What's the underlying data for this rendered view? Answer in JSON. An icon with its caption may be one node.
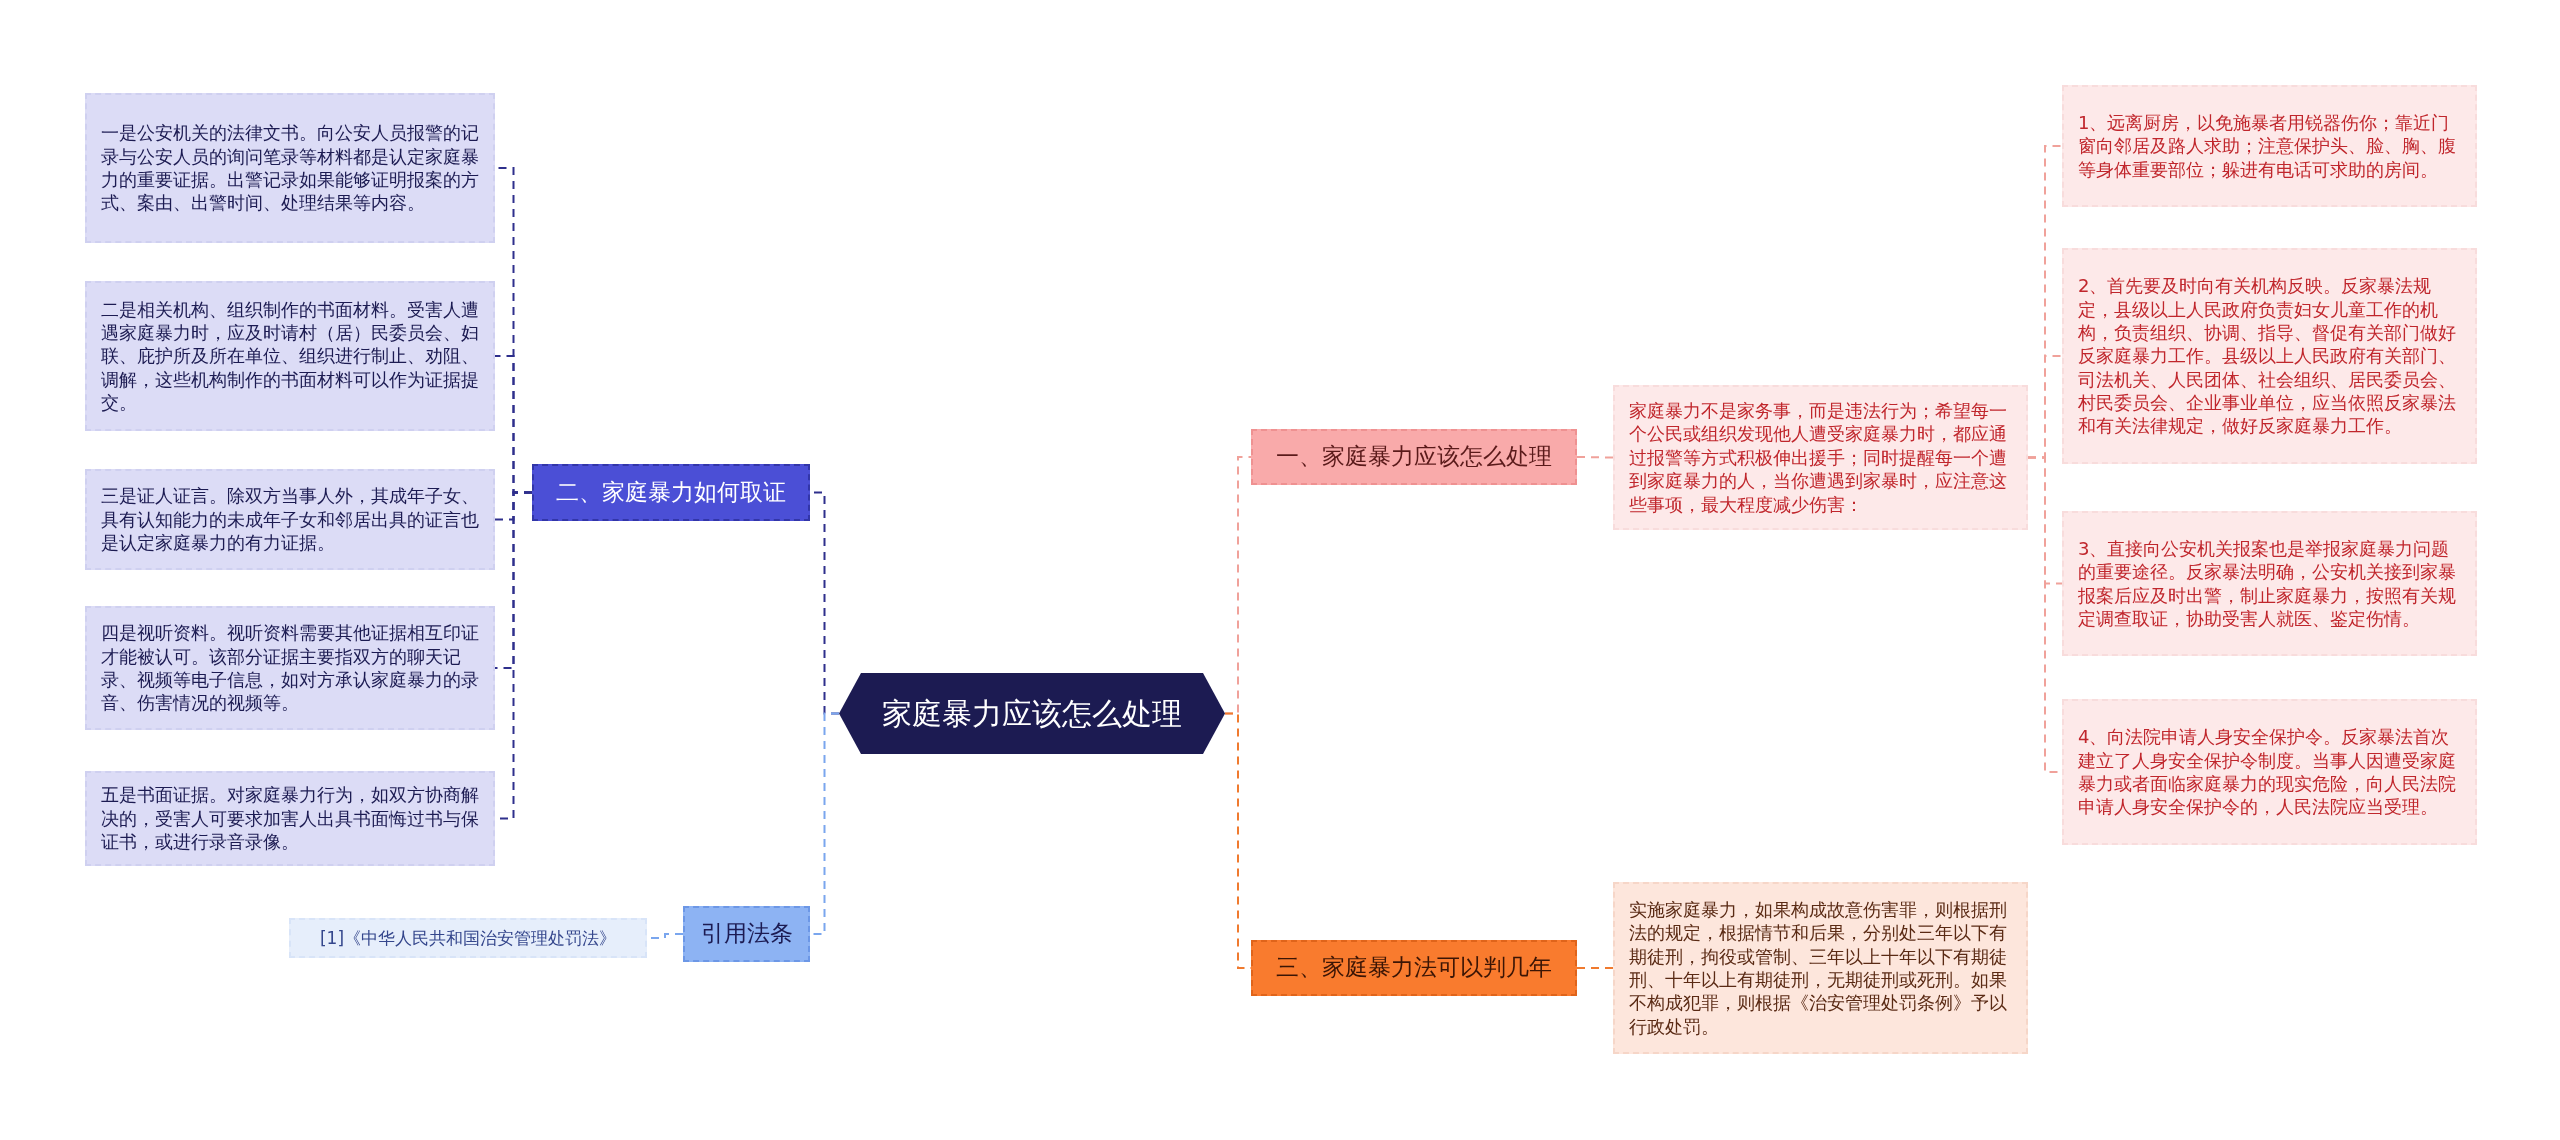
{
  "diagram": {
    "nodes": [
      {
        "text": [
          "家庭暴力应该怎么处理"
        ]
      },
      {
        "text": [
          "二、家庭暴力如何取证"
        ]
      },
      {
        "text": [
          "一是公安机关的法律文书。向公安人员报警的记录与公安人员的询问笔录等材料都是认定家庭暴力的重要证据。出警记录如果能够证明报案的方式、案由、出警时间、处理结果等内容。"
        ]
      },
      {
        "text": [
          "二是相关机构、组织制作的书面材料。受害人遭遇家庭暴力时，应及时请村（居）民委员会、妇联、庇护所及所在单位、组织进行制止、劝阻、调解，这些机构制作的书面材料可以作为证据提交。"
        ]
      },
      {
        "text": [
          "三是证人证言。除双方当事人外，其成年子女、具有认知能力的未成年子女和邻居出具的证言也是认定家庭暴力的有力证据。"
        ]
      },
      {
        "text": [
          "四是视听资料。视听资料需要其他证据相互印证才能被认可。该部分证据主要指双方的聊天记录、视频等电子信息，如对方承认家庭暴力的录音、伤害情况的视频等。"
        ]
      },
      {
        "text": [
          "五是书面证据。对家庭暴力行为，如双方协商解决的，受害人可要求加害人出具书面悔过书与保证书，或进行录音录像。"
        ]
      },
      {
        "text": [
          "引用法条"
        ]
      },
      {
        "text": [
          "[1]《中华人民共和国治安管理处罚法》"
        ]
      },
      {
        "text": [
          "一、家庭暴力应该怎么处理"
        ]
      },
      {
        "text": [
          "家庭暴力不是家务事，而是违法行为；希望每一个公民或组织发现他人遭受家庭暴力时，都应通过报警等方式积极伸出援手；同时提醒每一个遭到家庭暴力的人，当你遭遇到家暴时，应注意这些事项，最大程度减少伤害："
        ]
      },
      {
        "text": [
          "1、远离厨房，以免施暴者用锐器伤你；靠近门窗向邻居及路人求助；注意保护头、脸、胸、腹等身体重要部位；躲进有电话可求助的房间。"
        ]
      },
      {
        "text": [
          "2、首先要及时向有关机构反映。反家暴法规定，县级以上人民政府负责妇女儿童工作的机构，负责组织、协调、指导、督促有关部门做好反家庭暴力工作。县级以上人民政府有关部门、司法机关、人民团体、社会组织、居民委员会、村民委员会、企业事业单位，应当依照反家暴法和有关法律规定，做好反家庭暴力工作。"
        ]
      },
      {
        "text": [
          "3、直接向公安机关报案也是举报家庭暴力问题的重要途径。反家暴法明确，公安机关接到家暴报案后应及时出警，制止家庭暴力，按照有关规定调查取证，协助受害人就医、鉴定伤情。"
        ]
      },
      {
        "text": [
          "4、向法院申请人身安全保护令。反家暴法首次建立了人身安全保护令制度。当事人因遭受家庭暴力或者面临家庭暴力的现实危险，向人民法院申请人身安全保护令的，人民法院应当受理。"
        ]
      },
      {
        "text": [
          "三、家庭暴力法可以判几年"
        ]
      },
      {
        "text": [
          "实施家庭暴力，如果构成故意伤害罪，则根据刑法的规定，根据情节和后果，分别处三年以下有期徒刑，拘役或管制、三年以上十年以下有期徒刑、十年以上有期徒刑，无期徒刑或死刑。如果不构成犯罪，则根据《治安管理处罚条例》予以行政处罚。"
        ]
      }
    ],
    "edges": [
      {
        "from": 0,
        "to": 1,
        "arrow": "none",
        "style": "dashed",
        "color": "#2e2f8c"
      },
      {
        "from": 1,
        "to": 2,
        "arrow": "none",
        "style": "dashed",
        "color": "#2e2f8c"
      },
      {
        "from": 1,
        "to": 3,
        "arrow": "none",
        "style": "dashed",
        "color": "#2e2f8c"
      },
      {
        "from": 1,
        "to": 4,
        "arrow": "none",
        "style": "dashed",
        "color": "#2e2f8c"
      },
      {
        "from": 1,
        "to": 5,
        "arrow": "none",
        "style": "dashed",
        "color": "#2e2f8c"
      },
      {
        "from": 1,
        "to": 6,
        "arrow": "none",
        "style": "dashed",
        "color": "#2e2f8c"
      },
      {
        "from": 0,
        "to": 7,
        "arrow": "none",
        "style": "dashed",
        "color": "#7aa6ee"
      },
      {
        "from": 7,
        "to": 8,
        "arrow": "none",
        "style": "dashed",
        "color": "#7aa6ee"
      },
      {
        "from": 0,
        "to": 9,
        "arrow": "none",
        "style": "dashed",
        "color": "#f0a19a"
      },
      {
        "from": 9,
        "to": 10,
        "arrow": "none",
        "style": "dashed",
        "color": "#f0a19a"
      },
      {
        "from": 10,
        "to": 11,
        "arrow": "none",
        "style": "dashed",
        "color": "#f0a19a"
      },
      {
        "from": 10,
        "to": 12,
        "arrow": "none",
        "style": "dashed",
        "color": "#f0a19a"
      },
      {
        "from": 10,
        "to": 13,
        "arrow": "none",
        "style": "dashed",
        "color": "#f0a19a"
      },
      {
        "from": 10,
        "to": 14,
        "arrow": "none",
        "style": "dashed",
        "color": "#f0a19a"
      },
      {
        "from": 0,
        "to": 15,
        "arrow": "none",
        "style": "dashed",
        "color": "#f07a2e"
      },
      {
        "from": 15,
        "to": 16,
        "arrow": "none",
        "style": "dashed",
        "color": "#f07a2e"
      }
    ]
  }
}
